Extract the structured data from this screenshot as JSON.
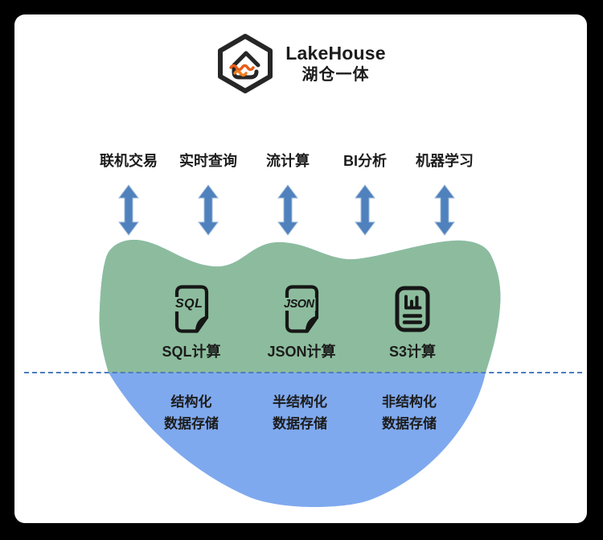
{
  "logo": {
    "title": "LakeHouse",
    "subtitle": "湖仓一体",
    "icon": "hexagon-lake-house-icon"
  },
  "workloads": [
    {
      "label": "联机交易",
      "icon": "up-down-arrow-icon"
    },
    {
      "label": "实时查询",
      "icon": "up-down-arrow-icon"
    },
    {
      "label": "流计算",
      "icon": "up-down-arrow-icon"
    },
    {
      "label": "BI分析",
      "icon": "up-down-arrow-icon"
    },
    {
      "label": "机器学习",
      "icon": "up-down-arrow-icon"
    }
  ],
  "compute": [
    {
      "icon": "sql-file-icon",
      "badge": "SQL",
      "label": "SQL计算"
    },
    {
      "icon": "json-file-icon",
      "badge": "JSON",
      "label": "JSON计算"
    },
    {
      "icon": "report-chart-icon",
      "badge": "",
      "label": "S3计算"
    }
  ],
  "storage": [
    {
      "line1": "结构化",
      "line2": "数据存储"
    },
    {
      "line1": "半结构化",
      "line2": "数据存储"
    },
    {
      "line1": "非结构化",
      "line2": "数据存储"
    }
  ],
  "colors": {
    "lake-green": "#8cbc9d",
    "lake-blue": "#7fa9ee",
    "arrow-blue": "#4f81bd",
    "arrow-edge": "#9db9d9",
    "line-blue": "#4d7ebd",
    "logo-orange-1": "#e95c17",
    "logo-orange-2": "#ef7d1f",
    "ink": "#1c1c1c"
  }
}
